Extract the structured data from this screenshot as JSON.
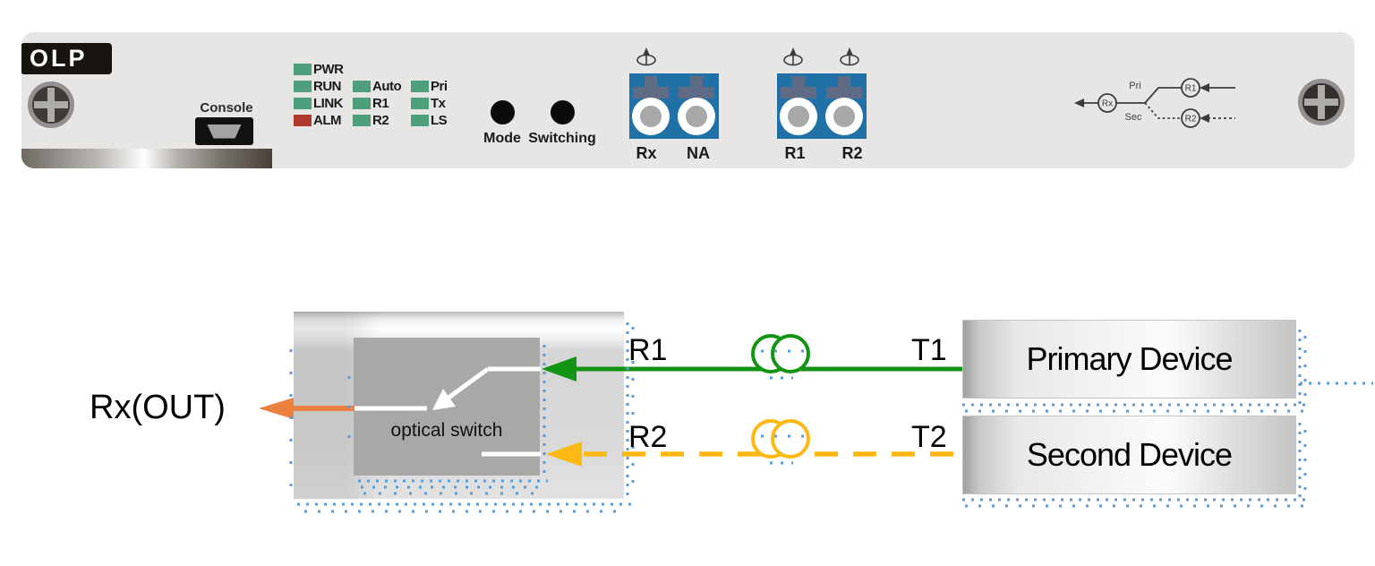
{
  "panel": {
    "logo": "OLP",
    "console_label": "Console",
    "leds": [
      {
        "label": "PWR",
        "hex": "#4f9f7d"
      },
      {
        "label": "RUN",
        "hex": "#4f9f7d"
      },
      {
        "label": "LINK",
        "hex": "#4f9f7d"
      },
      {
        "label": "ALM",
        "hex": "#b03a2e"
      },
      {
        "label": "Auto",
        "hex": "#4f9f7d"
      },
      {
        "label": "R1",
        "hex": "#4f9f7d"
      },
      {
        "label": "R2",
        "hex": "#4f9f7d"
      },
      {
        "label": "Pri",
        "hex": "#4f9f7d"
      },
      {
        "label": "Tx",
        "hex": "#4f9f7d"
      },
      {
        "label": "LS",
        "hex": "#4f9f7d"
      }
    ],
    "buttons": [
      "Mode",
      "Switching"
    ],
    "connector1_ports": [
      "Rx",
      "NA"
    ],
    "connector2_ports": [
      "R1",
      "R2"
    ],
    "schematic": {
      "rx": "Rx",
      "r1": "R1",
      "r2": "R2",
      "pri": "Pri",
      "sec": "Sec"
    }
  },
  "diagram": {
    "rx_out_label": "Rx(OUT)",
    "optical_switch_label": "optical switch",
    "fiber1": {
      "left_label": "R1",
      "right_label": "T1"
    },
    "fiber2": {
      "left_label": "R2",
      "right_label": "T2"
    },
    "devices": [
      "Primary Device",
      "Second Device"
    ]
  },
  "colors": {
    "led_green": "#4f9f7d",
    "led_red": "#b03a2e",
    "connector_blue": "#2171a6",
    "fiber_green": "#149414",
    "fiber_yellow": "#fcb813",
    "rx_orange": "#ec8040",
    "artifact_blue": "#5b9bd5"
  }
}
